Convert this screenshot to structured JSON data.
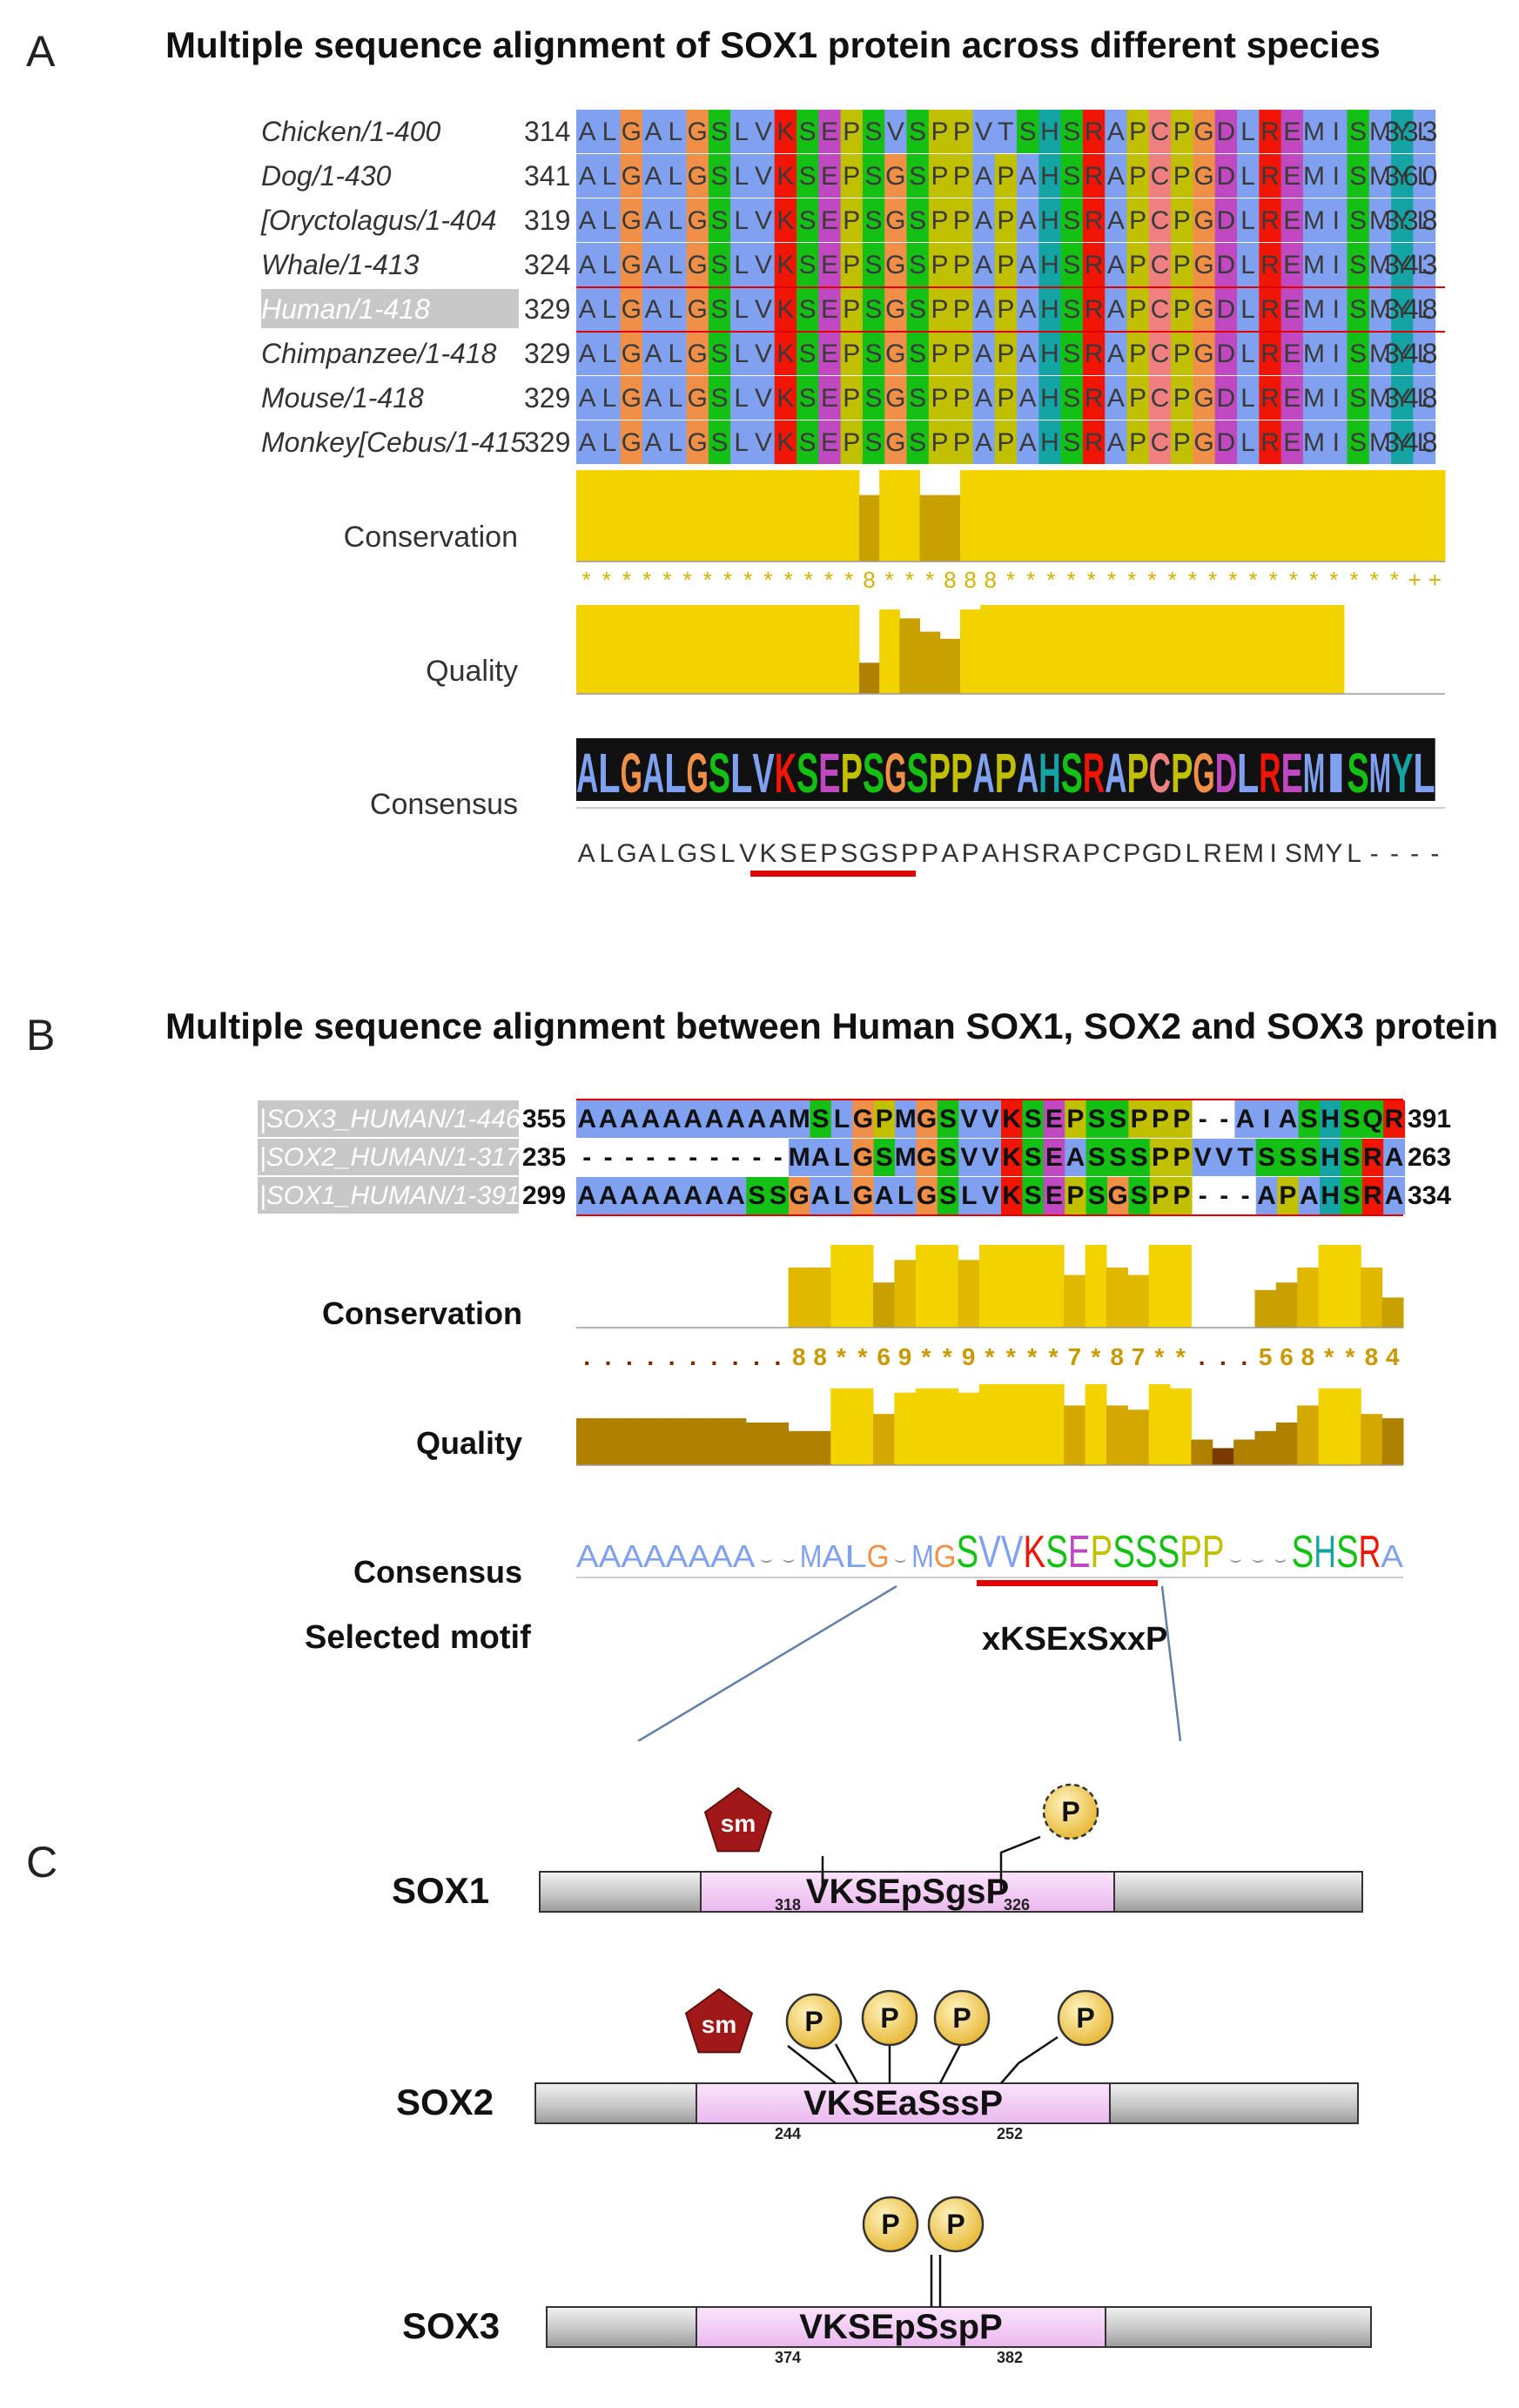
{
  "panelA": {
    "letter": "A",
    "title": "Multiple sequence alignment of SOX1 protein across different species",
    "rows": [
      {
        "name": "Chicken/1-400",
        "start": "314",
        "seq": "ALGALGSLVKSEPSVSPPVTSHSRAPCPGDLREMISMYL",
        "end": "333"
      },
      {
        "name": "Dog/1-430",
        "start": "341",
        "seq": "ALGALGSLVKSEPSGSPPAPAHSRAPCPGDLREMISMYL",
        "end": "360"
      },
      {
        "name": "[Oryctolagus/1-404",
        "start": "319",
        "seq": "ALGALGSLVKSEPSGSPPAPAHSRAPCPGDLREMISMYL",
        "end": "338"
      },
      {
        "name": "Whale/1-413",
        "start": "324",
        "seq": "ALGALGSLVKSEPSGSPPAPAHSRAPCPGDLREMISMYL",
        "end": "343"
      },
      {
        "name": "Human/1-418",
        "start": "329",
        "seq": "ALGALGSLVKSEPSGSPPAPAHSRAPCPGDLREMISMYL",
        "end": "348"
      },
      {
        "name": "Chimpanzee/1-418",
        "start": "329",
        "seq": "ALGALGSLVKSEPSGSPPAPAHSRAPCPGDLREMISMYL",
        "end": "348"
      },
      {
        "name": "Mouse/1-418",
        "start": "329",
        "seq": "ALGALGSLVKSEPSGSPPAPAHSRAPCPGDLREMISMYL",
        "end": "348"
      },
      {
        "name": "Monkey[Cebus/1-415",
        "start": "329",
        "seq": "ALGALGSLVKSEPSGSPPAPAHSRAPCPGDLREMISMYL",
        "end": "348"
      }
    ],
    "conservation_label": "Conservation",
    "quality_label": "Quality",
    "consensus_label": "Consensus",
    "conservation_symbols": "**************8***888********************++",
    "consensus_logo": "ALGALGSLVKSEPSGSPPAPAHSRAPCPGDLREMISMYL",
    "consensus_text": "ALGALGSLVKSEPSGSPPAPAHSRAPCPGDLREMISMYL----",
    "conservation_levels": [
      11,
      11,
      11,
      11,
      11,
      11,
      11,
      11,
      11,
      11,
      11,
      11,
      11,
      11,
      8,
      11,
      11,
      8,
      8,
      11,
      11,
      11,
      11,
      11,
      11,
      11,
      11,
      11,
      11,
      11,
      11,
      11,
      11,
      11,
      11,
      11,
      11,
      11,
      11,
      11,
      11,
      11,
      11
    ],
    "quality_levels": [
      1,
      1,
      1,
      1,
      1,
      1,
      1,
      1,
      1,
      1,
      1,
      1,
      1,
      1,
      0.35,
      0.95,
      0.85,
      0.7,
      0.62,
      0.95,
      1,
      1,
      1,
      1,
      1,
      1,
      1,
      1,
      1,
      1,
      1,
      1,
      1,
      1,
      1,
      1,
      1,
      1,
      0,
      0,
      0,
      0,
      0
    ]
  },
  "panelB": {
    "letter": "B",
    "title": "Multiple sequence alignment between Human SOX1, SOX2 and SOX3 protein",
    "rows": [
      {
        "name": "|SOX3_HUMAN/1-446",
        "start": "355",
        "seq": "AAAAAAAAAAMSLGPMGSVVKSEPSSPPP--AIASHSQR",
        "end": "391"
      },
      {
        "name": "|SOX2_HUMAN/1-317",
        "start": "235",
        "seq": "----------MALGSMGSVVKSEASSSPPVVTSSSHSRA",
        "end": "263"
      },
      {
        "name": "|SOX1_HUMAN/1-391",
        "start": "299",
        "seq": "AAAAAAAASSGALGALGSLVKSEPSGSPP---APAHSRA",
        "end": "334"
      }
    ],
    "conservation_label": "Conservation",
    "quality_label": "Quality",
    "consensus_label": "Consensus",
    "motif_label": "Selected motif",
    "motif": "xKSExSxxP",
    "conservation_symbols": "..........88**69**9****7*87**...568**84",
    "conservation_levels": [
      0,
      0,
      0,
      0,
      0,
      0,
      0,
      0,
      0,
      0,
      8,
      8,
      11,
      11,
      6,
      9,
      11,
      11,
      9,
      11,
      11,
      11,
      11,
      7,
      11,
      8,
      7,
      11,
      11,
      0,
      0,
      0,
      5,
      6,
      8,
      11,
      11,
      8,
      4
    ],
    "quality_levels": [
      0.55,
      0.55,
      0.55,
      0.55,
      0.55,
      0.55,
      0.55,
      0.55,
      0.5,
      0.5,
      0.4,
      0.4,
      0.9,
      0.9,
      0.6,
      0.85,
      0.9,
      0.9,
      0.85,
      0.95,
      0.95,
      0.95,
      0.95,
      0.7,
      0.95,
      0.7,
      0.65,
      0.95,
      0.9,
      0.3,
      0.2,
      0.3,
      0.4,
      0.5,
      0.7,
      0.9,
      0.9,
      0.6,
      0.55
    ],
    "consensus_logo": "AAAAAAAA··MALG·MGSVVKSEPSSSPP···SHSRA"
  },
  "panelC": {
    "letter": "C",
    "proteins": [
      {
        "name": "SOX1",
        "motif": "VKSEpSgsP",
        "pos_left": "318",
        "pos_right": "326",
        "sm": "sm",
        "p": "P"
      },
      {
        "name": "SOX2",
        "motif": "VKSEaSssP",
        "pos_left": "244",
        "pos_right": "252",
        "sm": "sm",
        "p": "P"
      },
      {
        "name": "SOX3",
        "motif": "VKSEpSspP",
        "pos_left": "374",
        "pos_right": "382",
        "p": "P"
      }
    ]
  },
  "colors": {
    "hydrophobic": "#80a0f0",
    "G": "#f09048",
    "S": "#15c015",
    "K": "#f01505",
    "E": "#c048c0",
    "P": "#c0c000",
    "C": "#f08080",
    "H": "#15a4a4",
    "R": "#f01505",
    "D": "#c048c0",
    "Y": "#15a4a4",
    "Q": "#15c015",
    "conservation": "#f2d300",
    "conservation_dark": "#c8a000",
    "low": "#b08000",
    "motif_box": "#f5c8f0",
    "sm_red": "#a01818",
    "p_yellow": "#f5d66a",
    "red_line": "#e00000"
  }
}
